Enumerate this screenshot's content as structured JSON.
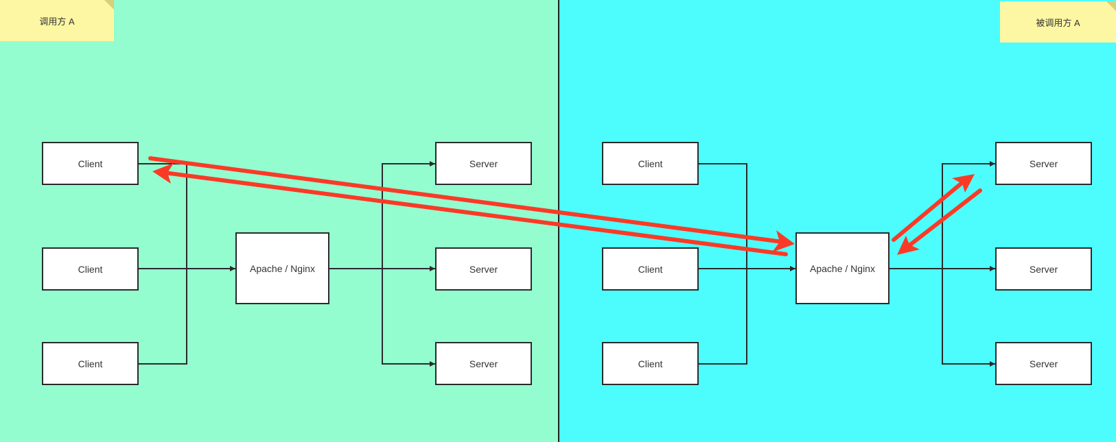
{
  "colors": {
    "left_panel": "#93fdd0",
    "right_panel": "#4dfdfd",
    "sticky_note": "#fdf7a3",
    "sticky_fold": "#d6d07c",
    "node_border": "#2a2a2a",
    "connector": "#2a2a2a",
    "highlight_arrow": "#fa3a26"
  },
  "notes": {
    "caller": "调用方 A",
    "callee": "被调用方 A"
  },
  "caller_side": {
    "clients": [
      "Client",
      "Client",
      "Client"
    ],
    "proxy": "Apache / Nginx",
    "servers": [
      "Server",
      "Server",
      "Server"
    ]
  },
  "callee_side": {
    "clients": [
      "Client",
      "Client",
      "Client"
    ],
    "proxy": "Apache / Nginx",
    "servers": [
      "Server",
      "Server",
      "Server"
    ]
  }
}
